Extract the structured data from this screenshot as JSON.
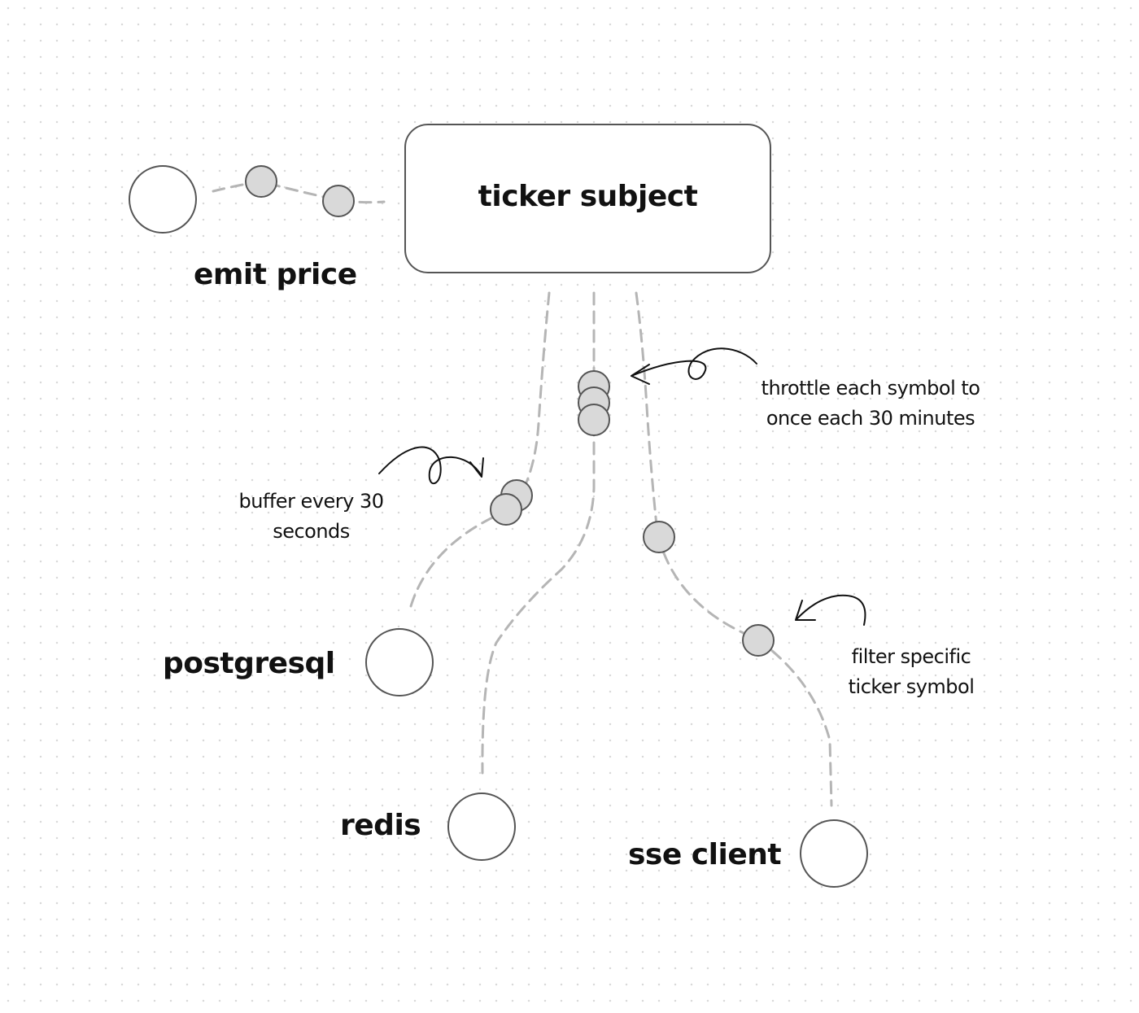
{
  "nodes": {
    "subject": "ticker subject",
    "source": "emit price",
    "postgres": "postgresql",
    "redis": "redis",
    "sse": "sse client"
  },
  "annotations": {
    "buffer": [
      "buffer every 30",
      "seconds"
    ],
    "throttle": [
      "throttle each symbol to",
      "once each 30 minutes"
    ],
    "filter": [
      "filter specific",
      "ticker symbol"
    ]
  },
  "colors": {
    "stroke": "#555555",
    "line": "#b5b5b5",
    "marble_fill": "#d9d9d9",
    "text": "#111111"
  }
}
